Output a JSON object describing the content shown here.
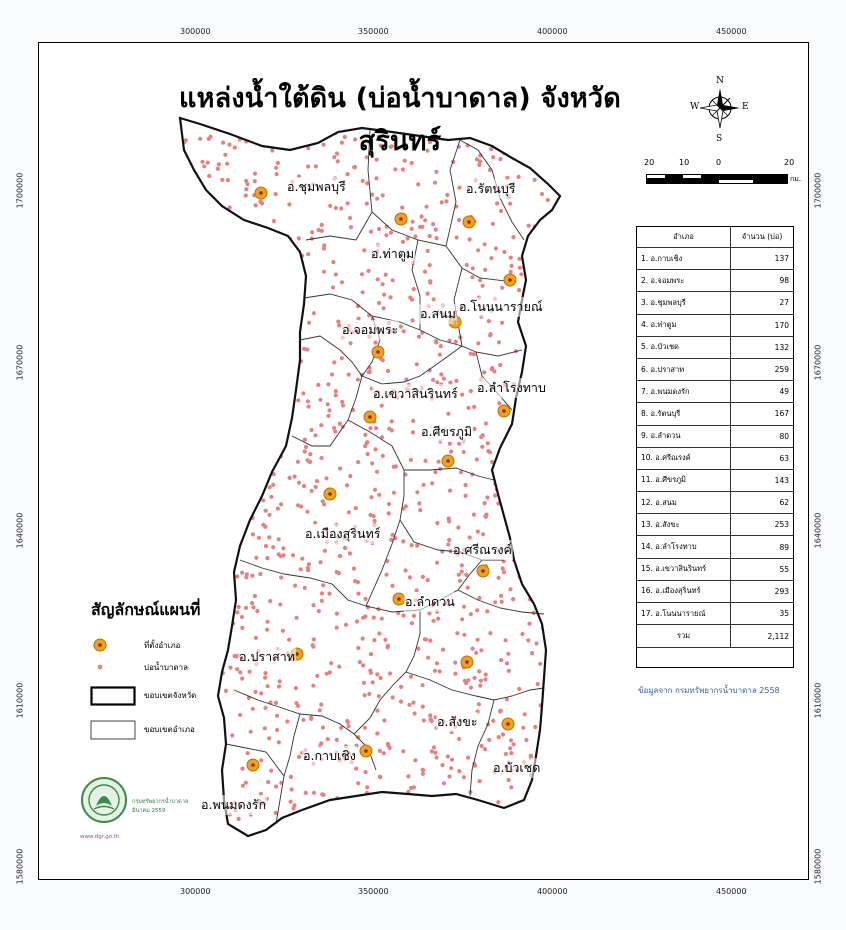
{
  "title": "แหล่งน้ำใต้ดิน (บ่อน้ำบาดาล) จังหวัดสุรินทร์",
  "grid": {
    "x_top": [
      "300000",
      "350000",
      "400000",
      "450000"
    ],
    "x_bottom": [
      "300000",
      "350000",
      "400000",
      "450000"
    ],
    "y_left": [
      "1700000",
      "1670000",
      "1640000",
      "1610000",
      "1580000"
    ],
    "y_right": [
      "1700000",
      "1670000",
      "1640000",
      "1610000",
      "1580000"
    ]
  },
  "compass": {
    "n": "N",
    "s": "S",
    "e": "E",
    "w": "W"
  },
  "scale": {
    "ticks": [
      "20",
      "10",
      "0",
      "20"
    ],
    "unit": "กม."
  },
  "districts": [
    {
      "label": "อ.ชุมพลบุรี"
    },
    {
      "label": "อ.รัตนบุรี"
    },
    {
      "label": "อ.ท่าตูม"
    },
    {
      "label": "อ.สนม"
    },
    {
      "label": "อ.โนนนารายณ์"
    },
    {
      "label": "อ.จอมพระ"
    },
    {
      "label": "อ.เขวาสินรินทร์"
    },
    {
      "label": "อ.ลำโรงทาบ"
    },
    {
      "label": "อ.ศีขรภูมิ"
    },
    {
      "label": "อ.เมืองสุรินทร์"
    },
    {
      "label": "อ.ศรีณรงค์"
    },
    {
      "label": "อ.ลำดวน"
    },
    {
      "label": "อ.ปราสาท"
    },
    {
      "label": "อ.สังขะ"
    },
    {
      "label": "อ.กาบเชิง"
    },
    {
      "label": "อ.บัวเชด"
    },
    {
      "label": "อ.พนมดงรัก"
    }
  ],
  "table": {
    "header": [
      "อำเภอ",
      "จำนวน (บ่อ)"
    ],
    "rows": [
      {
        "name": "1. อ.กาบเชิง",
        "count": "137"
      },
      {
        "name": "2. อ.จอมพระ",
        "count": "98"
      },
      {
        "name": "3. อ.ชุมพลบุรี",
        "count": "27"
      },
      {
        "name": "4. อ.ท่าตูม",
        "count": "170"
      },
      {
        "name": "5. อ.บัวเชด",
        "count": "132"
      },
      {
        "name": "6. อ.ปราสาท",
        "count": "259"
      },
      {
        "name": "7. อ.พนมดงรัก",
        "count": "49"
      },
      {
        "name": "8. อ.รัตนบุรี",
        "count": "167"
      },
      {
        "name": "9. อ.ลำดวน",
        "count": "80"
      },
      {
        "name": "10. อ.ศรีณรงค์",
        "count": "63"
      },
      {
        "name": "11. อ.ศีขรภูมิ",
        "count": "143"
      },
      {
        "name": "12. อ.สนม",
        "count": "62"
      },
      {
        "name": "13. อ.สังขะ",
        "count": "253"
      },
      {
        "name": "14. อ.ลำโรงทาบ",
        "count": "89"
      },
      {
        "name": "15. อ.เขวาสินรินทร์",
        "count": "55"
      },
      {
        "name": "16. อ.เมืองสุรินทร์",
        "count": "293"
      },
      {
        "name": "17. อ.โนนนารายณ์",
        "count": "35"
      }
    ],
    "total_label": "รวม",
    "total": "2,112"
  },
  "source": "ข้อมูลจาก กรมทรัพยากรน้ำบาดาล 2558",
  "legend": {
    "title": "สัญลักษณ์แผนที่",
    "items": [
      {
        "label": "ที่ตั้งอำเภอ"
      },
      {
        "label": "บ่อน้ำบาดาล"
      },
      {
        "label": "ขอบเขตจังหวัด"
      },
      {
        "label": "ขอบเขตอำเภอ"
      }
    ]
  },
  "logo": {
    "line1": "กรมทรัพยากรน้ำบาดาล",
    "line2": "มีนาคม 2559",
    "url": "www.dgr.go.th"
  },
  "colors": {
    "well": "#e88080",
    "district_center_fill": "#f0a020",
    "district_center_dot": "#7a3a00",
    "boundary": "#222222"
  }
}
